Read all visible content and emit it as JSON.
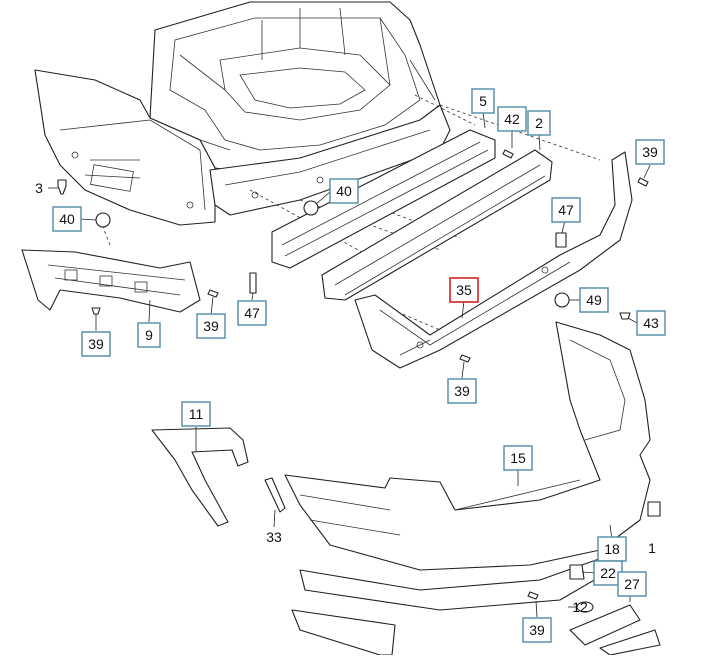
{
  "callouts": [
    {
      "text": "5",
      "boxed": true,
      "highlight": false
    },
    {
      "text": "42",
      "boxed": true,
      "highlight": false
    },
    {
      "text": "2",
      "boxed": true,
      "highlight": false
    },
    {
      "text": "39",
      "boxed": true,
      "highlight": false
    },
    {
      "text": "3",
      "boxed": false,
      "highlight": false
    },
    {
      "text": "40",
      "boxed": true,
      "highlight": false
    },
    {
      "text": "40",
      "boxed": true,
      "highlight": false
    },
    {
      "text": "47",
      "boxed": true,
      "highlight": false
    },
    {
      "text": "35",
      "boxed": true,
      "highlight": true
    },
    {
      "text": "49",
      "boxed": true,
      "highlight": false
    },
    {
      "text": "43",
      "boxed": true,
      "highlight": false
    },
    {
      "text": "47",
      "boxed": true,
      "highlight": false
    },
    {
      "text": "39",
      "boxed": true,
      "highlight": false
    },
    {
      "text": "9",
      "boxed": true,
      "highlight": false
    },
    {
      "text": "39",
      "boxed": true,
      "highlight": false
    },
    {
      "text": "39",
      "boxed": true,
      "highlight": false
    },
    {
      "text": "11",
      "boxed": true,
      "highlight": false
    },
    {
      "text": "15",
      "boxed": true,
      "highlight": false
    },
    {
      "text": "33",
      "boxed": false,
      "highlight": false
    },
    {
      "text": "18",
      "boxed": true,
      "highlight": false
    },
    {
      "text": "22",
      "boxed": true,
      "highlight": false
    },
    {
      "text": "27",
      "boxed": true,
      "highlight": false
    },
    {
      "text": "12",
      "boxed": false,
      "highlight": false
    },
    {
      "text": "1",
      "boxed": false,
      "highlight": false
    },
    {
      "text": "39",
      "boxed": true,
      "highlight": false
    }
  ],
  "colors": {
    "callout_border": "#4f8aa8",
    "highlight_border": "#d42020",
    "line": "#222222"
  }
}
